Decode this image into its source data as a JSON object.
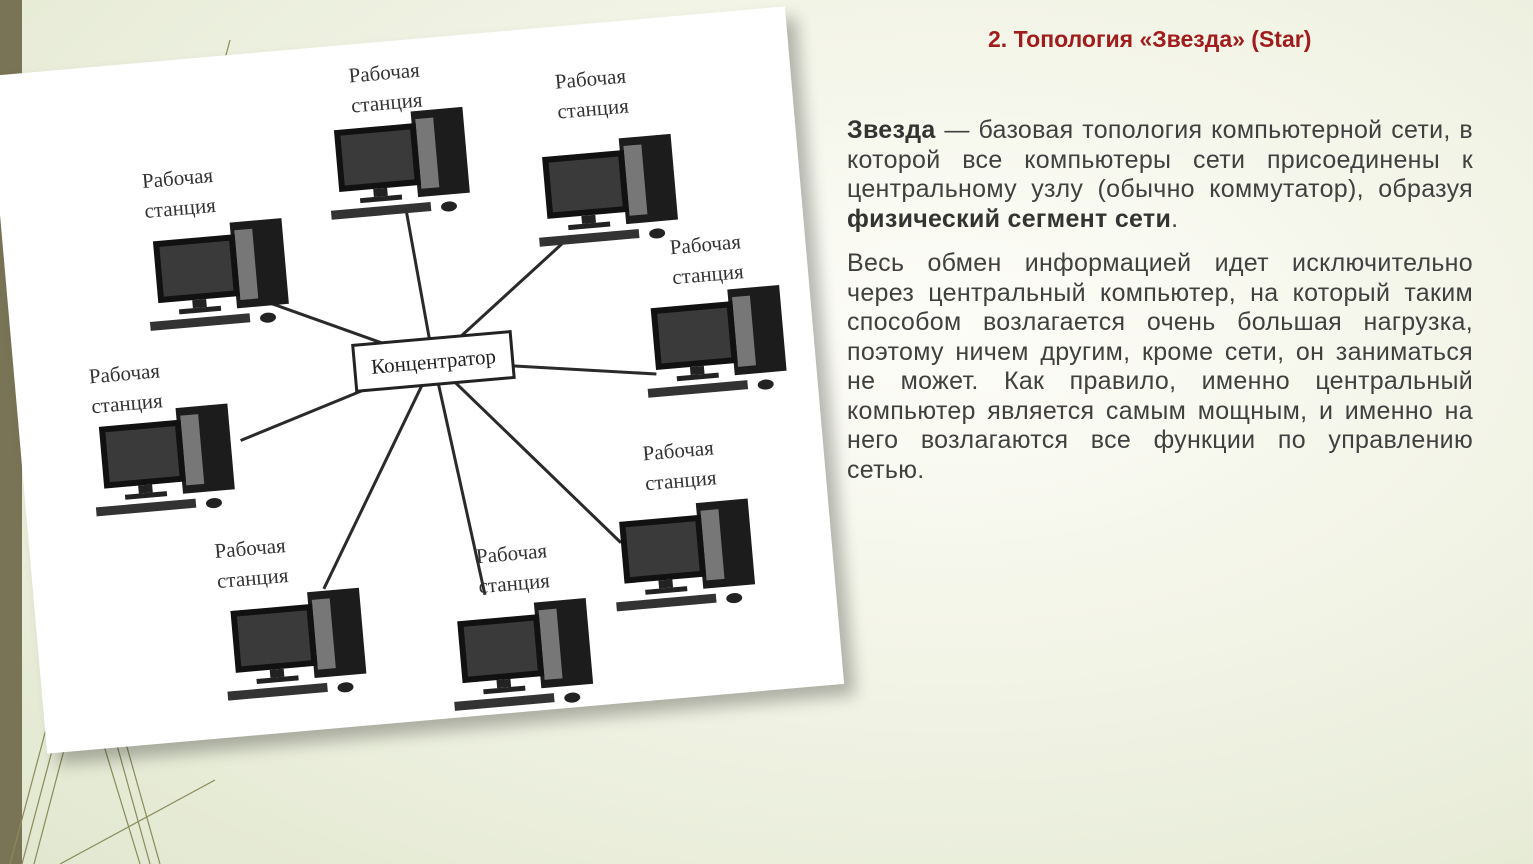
{
  "slide": {
    "title": "2. Топология «Звезда» (Star)",
    "paragraph1": {
      "term": "Звезда",
      "text_a": " — базовая топология компьютерной сети, в которой все компьютеры сети присоединены к центральному узлу (обычно коммутатор), образуя ",
      "bold_phrase": "физический сегмент сети",
      "text_b": "."
    },
    "paragraph2": "Весь обмен информацией идет исключительно через центральный компьютер, на который таким способом возлагается очень большая нагрузка, поэтому ничем другим, кроме сети, он заниматься не может. Как правило, именно центральный компьютер является самым мощным, и именно на него возлагаются все функции по управлению сетью."
  },
  "diagram": {
    "hub_label": "Концентратор",
    "stations": [
      {
        "line1": "Рабочая",
        "line2": "станция"
      },
      {
        "line1": "Рабочая",
        "line2": "станция"
      },
      {
        "line1": "Рабочая",
        "line2": "станция"
      },
      {
        "line1": "Рабочая",
        "line2": "станция"
      },
      {
        "line1": "Рабочая",
        "line2": "станция"
      },
      {
        "line1": "Рабочая",
        "line2": "станция"
      },
      {
        "line1": "Рабочая",
        "line2": "станция"
      },
      {
        "line1": "Рабочая",
        "line2": "станция"
      }
    ]
  },
  "colors": {
    "title": "#a11d1d",
    "left_band": "#7a7457",
    "accent": "#c0441c",
    "body_text": "#404040"
  }
}
